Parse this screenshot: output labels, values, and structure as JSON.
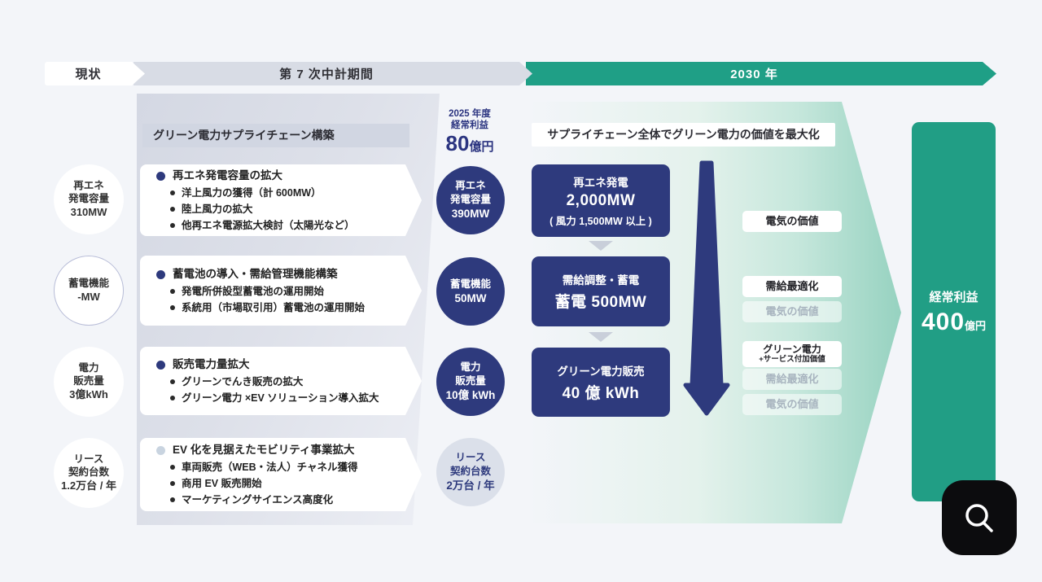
{
  "timeline": {
    "current": "現状",
    "mid_term": "第 7 次中計期間",
    "target_year": "2030 年"
  },
  "left_section": {
    "header": "グリーン電力サプライチェーン構築",
    "rows": [
      {
        "metric_name1": "再エネ",
        "metric_name2": "発電容量",
        "metric_value": "310MW",
        "main": "再エネ発電容量の拡大",
        "items": [
          "洋上風力の獲得（計 600MW）",
          "陸上風力の拡大",
          "他再エネ電源拡大検討（太陽光など）"
        ]
      },
      {
        "metric_name1": "蓄電機能",
        "metric_value": "-MW",
        "main": "蓄電池の導入・需給管理機能構築",
        "items": [
          "発電所併設型蓄電池の運用開始",
          "系統用（市場取引用）蓄電池の運用開始"
        ]
      },
      {
        "metric_name1": "電力",
        "metric_name2": "販売量",
        "metric_value": "3億kWh",
        "main": "販売電力量拡大",
        "items": [
          "グリーンでんき販売の拡大",
          "グリーン電力 ×EV ソリューション導入拡大"
        ]
      },
      {
        "metric_name1": "リース",
        "metric_name2": "契約台数",
        "metric_value": "1.2万台 / 年",
        "main": "EV 化を見据えたモビリティ事業拡大",
        "items": [
          "車両販売（WEB・法人）チャネル獲得",
          "商用 EV 販売開始",
          "マーケティングサイエンス高度化"
        ]
      }
    ]
  },
  "mid_section": {
    "profit_year": "2025 年度",
    "profit_label": "経常利益",
    "profit_value": "80",
    "profit_unit": "億円",
    "circles": [
      {
        "name1": "再エネ",
        "name2": "発電容量",
        "value": "390MW"
      },
      {
        "name1": "蓄電機能",
        "value": "50MW"
      },
      {
        "name1": "電力",
        "name2": "販売量",
        "value": "10億 kWh"
      },
      {
        "name1": "リース",
        "name2": "契約台数",
        "value": "2万台 / 年"
      }
    ]
  },
  "right_section": {
    "header": "サプライチェーン全体でグリーン電力の価値を最大化",
    "boxes": [
      {
        "title": "再エネ発電",
        "value": "2,000MW",
        "note": "( 風力 1,500MW 以上 )"
      },
      {
        "title": "需給調整・蓄電",
        "value": "蓄電 500MW"
      },
      {
        "title": "グリーン電力販売",
        "value": "40 億 kWh"
      }
    ],
    "value_labels": [
      {
        "text": "電気の価値"
      },
      {
        "text": "需給最適化"
      },
      {
        "text": "電気の価値"
      },
      {
        "text": "グリーン電力",
        "text2": "+サービス付加価値"
      },
      {
        "text": "需給最適化"
      },
      {
        "text": "電気の価値"
      }
    ]
  },
  "result": {
    "label": "経常利益",
    "value": "400",
    "unit": "億円"
  },
  "search_button": {
    "icon": "magnifier"
  },
  "colors": {
    "navy": "#2e3a7d",
    "green_accent": "#1f9f86",
    "result_green": "#219e85",
    "mint_gradient_end": "#96d2c0",
    "gray_band": "#d8dce5",
    "background": "#f3f5f9"
  }
}
